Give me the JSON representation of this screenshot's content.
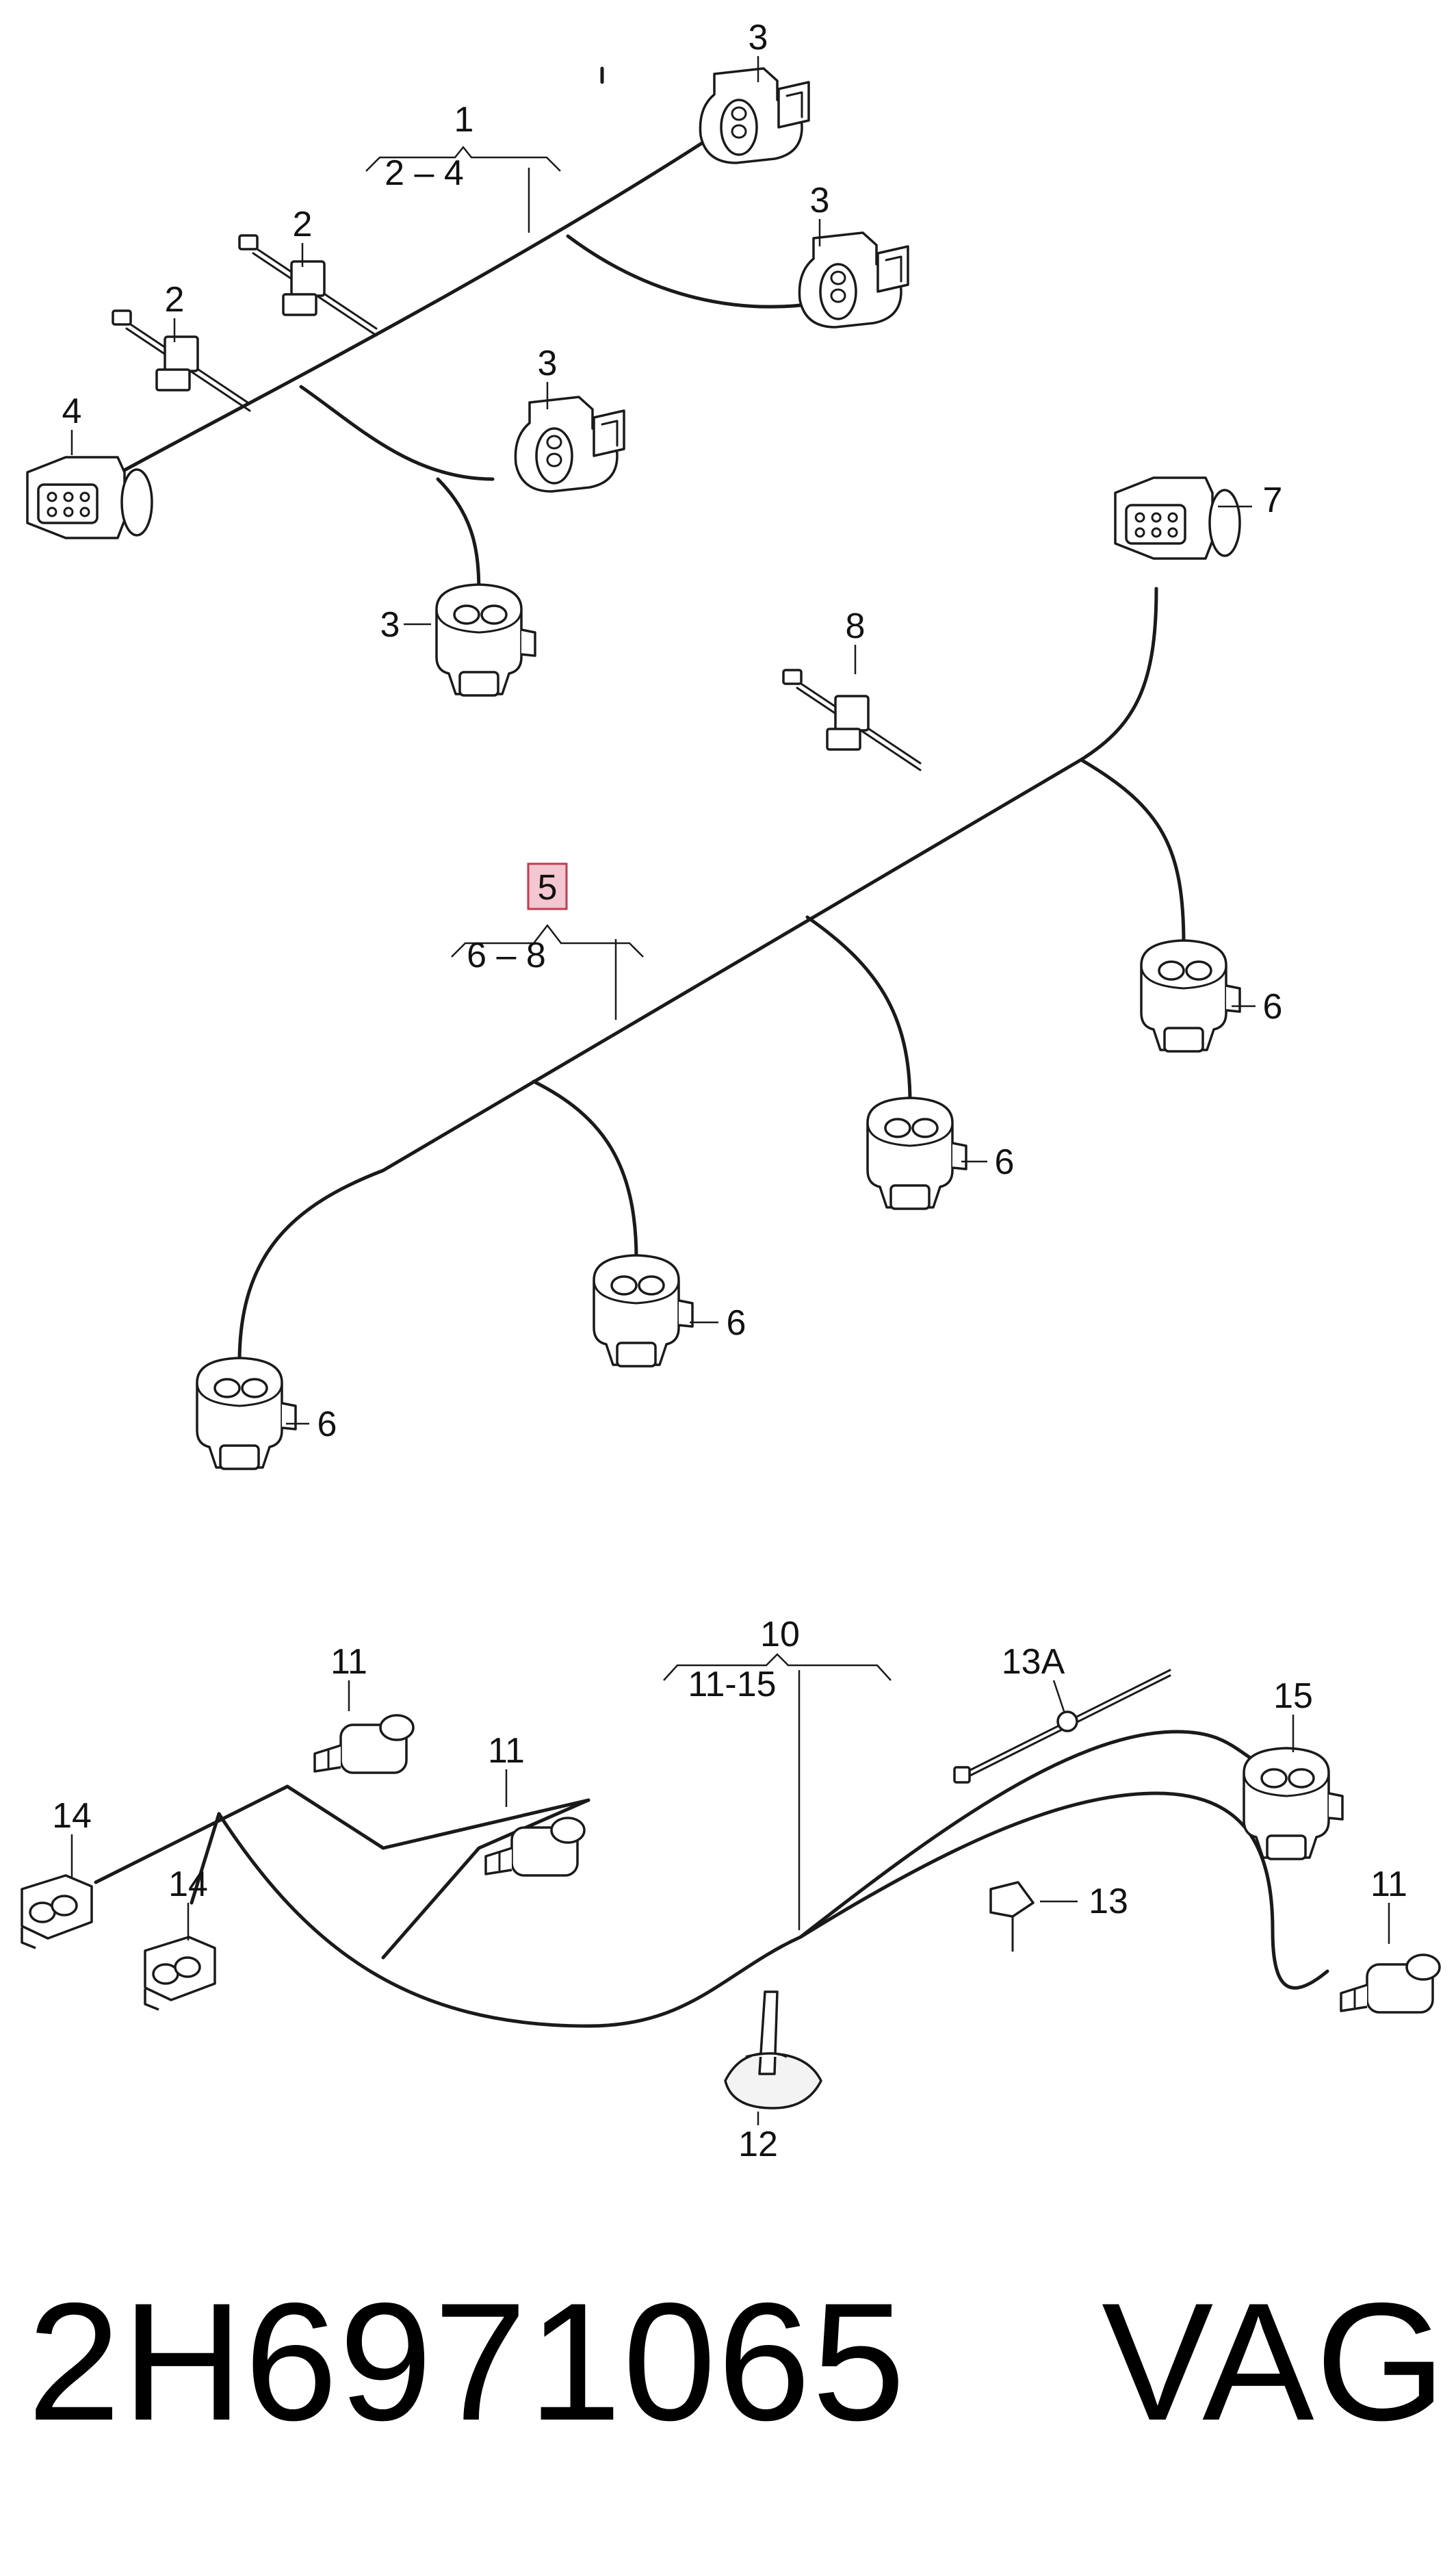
{
  "callouts": {
    "c1": "1",
    "c1_range": "2 – 4",
    "c2a": "2",
    "c2b": "2",
    "c3a": "3",
    "c3b": "3",
    "c3c": "3",
    "c3d": "3",
    "c4": "4",
    "c5": "5",
    "c5_range": "6 – 8",
    "c6a": "6",
    "c6b": "6",
    "c6c": "6",
    "c6d": "6",
    "c7": "7",
    "c8": "8",
    "c10": "10",
    "c10_range": "11-15",
    "c11a": "11",
    "c11b": "11",
    "c11c": "11",
    "c12": "12",
    "c13": "13",
    "c13a": "13A",
    "c14a": "14",
    "c14b": "14",
    "c15": "15"
  },
  "colors": {
    "highlight": "#f4c6cf",
    "line": "#1a1a1a"
  },
  "footer": {
    "part_number": "2H6971065",
    "brand": "VAG"
  }
}
